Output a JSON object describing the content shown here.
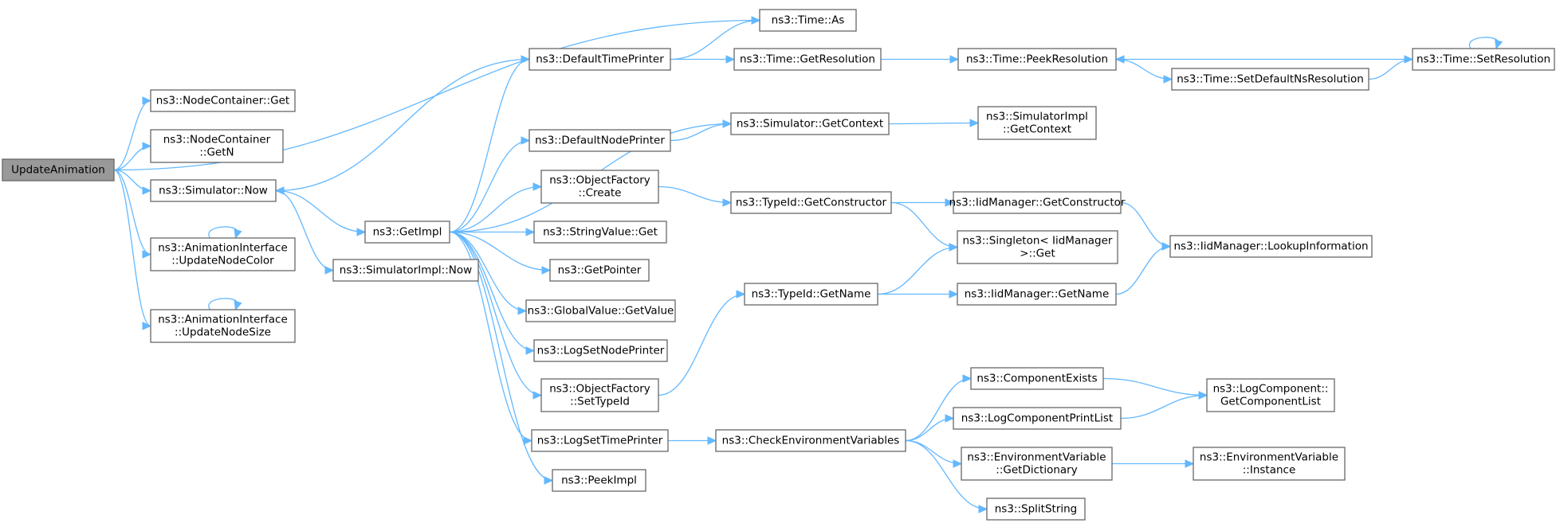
{
  "graph": {
    "root": "UpdateAnimation",
    "nodes": [
      {
        "id": "root",
        "label": [
          "UpdateAnimation"
        ]
      },
      {
        "id": "nc_get",
        "label": [
          "ns3::NodeContainer::Get"
        ]
      },
      {
        "id": "nc_getn",
        "label": [
          "ns3::NodeContainer",
          "::GetN"
        ]
      },
      {
        "id": "sim_now",
        "label": [
          "ns3::Simulator::Now"
        ]
      },
      {
        "id": "ai_color",
        "label": [
          "ns3::AnimationInterface",
          "::UpdateNodeColor"
        ]
      },
      {
        "id": "ai_size",
        "label": [
          "ns3::AnimationInterface",
          "::UpdateNodeSize"
        ]
      },
      {
        "id": "getimpl",
        "label": [
          "ns3::GetImpl"
        ]
      },
      {
        "id": "simimpl_now",
        "label": [
          "ns3::SimulatorImpl::Now"
        ]
      },
      {
        "id": "deftp",
        "label": [
          "ns3::DefaultTimePrinter"
        ]
      },
      {
        "id": "defnp",
        "label": [
          "ns3::DefaultNodePrinter"
        ]
      },
      {
        "id": "of_create",
        "label": [
          "ns3::ObjectFactory",
          "::Create"
        ]
      },
      {
        "id": "sv_get",
        "label": [
          "ns3::StringValue::Get"
        ]
      },
      {
        "id": "getpointer",
        "label": [
          "ns3::GetPointer"
        ]
      },
      {
        "id": "gv_getvalue",
        "label": [
          "ns3::GlobalValue::GetValue"
        ]
      },
      {
        "id": "logsetnp",
        "label": [
          "ns3::LogSetNodePrinter"
        ]
      },
      {
        "id": "of_settypeid",
        "label": [
          "ns3::ObjectFactory",
          "::SetTypeId"
        ]
      },
      {
        "id": "logsettp",
        "label": [
          "ns3::LogSetTimePrinter"
        ]
      },
      {
        "id": "peekimpl",
        "label": [
          "ns3::PeekImpl"
        ]
      },
      {
        "id": "time_as",
        "label": [
          "ns3::Time::As"
        ]
      },
      {
        "id": "time_getres",
        "label": [
          "ns3::Time::GetResolution"
        ]
      },
      {
        "id": "sim_getctx",
        "label": [
          "ns3::Simulator::GetContext"
        ]
      },
      {
        "id": "tid_getctor",
        "label": [
          "ns3::TypeId::GetConstructor"
        ]
      },
      {
        "id": "tid_getname",
        "label": [
          "ns3::TypeId::GetName"
        ]
      },
      {
        "id": "checkenv",
        "label": [
          "ns3::CheckEnvironmentVariables"
        ]
      },
      {
        "id": "time_peekres",
        "label": [
          "ns3::Time::PeekResolution"
        ]
      },
      {
        "id": "simimpl_getctx",
        "label": [
          "ns3::SimulatorImpl",
          "::GetContext"
        ]
      },
      {
        "id": "iid_getctor",
        "label": [
          "ns3::IidManager::GetConstructor"
        ]
      },
      {
        "id": "singleton_get",
        "label": [
          "ns3::Singleton< IidManager",
          " >::Get"
        ]
      },
      {
        "id": "iid_getname",
        "label": [
          "ns3::IidManager::GetName"
        ]
      },
      {
        "id": "compexists",
        "label": [
          "ns3::ComponentExists"
        ]
      },
      {
        "id": "logcompprint",
        "label": [
          "ns3::LogComponentPrintList"
        ]
      },
      {
        "id": "envvar_getdict",
        "label": [
          "ns3::EnvironmentVariable",
          "::GetDictionary"
        ]
      },
      {
        "id": "splitstring",
        "label": [
          "ns3::SplitString"
        ]
      },
      {
        "id": "time_setdefns",
        "label": [
          "ns3::Time::SetDefaultNsResolution"
        ]
      },
      {
        "id": "time_setres",
        "label": [
          "ns3::Time::SetResolution"
        ]
      },
      {
        "id": "iid_lookup",
        "label": [
          "ns3::IidManager::LookupInformation"
        ]
      },
      {
        "id": "logcomp_getlist",
        "label": [
          "ns3::LogComponent::",
          "GetComponentList"
        ]
      },
      {
        "id": "envvar_instance",
        "label": [
          "ns3::EnvironmentVariable",
          "::Instance"
        ]
      }
    ],
    "edges": [
      [
        "root",
        "time_as"
      ],
      [
        "root",
        "nc_get"
      ],
      [
        "root",
        "nc_getn"
      ],
      [
        "root",
        "sim_now"
      ],
      [
        "root",
        "ai_color"
      ],
      [
        "root",
        "ai_size"
      ],
      [
        "ai_color",
        "ai_color"
      ],
      [
        "ai_size",
        "ai_size"
      ],
      [
        "sim_now",
        "getimpl"
      ],
      [
        "sim_now",
        "simimpl_now"
      ],
      [
        "deftp",
        "sim_now"
      ],
      [
        "getimpl",
        "deftp"
      ],
      [
        "getimpl",
        "sim_getctx"
      ],
      [
        "getimpl",
        "defnp"
      ],
      [
        "getimpl",
        "of_create"
      ],
      [
        "getimpl",
        "sv_get"
      ],
      [
        "getimpl",
        "getpointer"
      ],
      [
        "getimpl",
        "gv_getvalue"
      ],
      [
        "getimpl",
        "logsetnp"
      ],
      [
        "getimpl",
        "of_settypeid"
      ],
      [
        "getimpl",
        "logsettp"
      ],
      [
        "getimpl",
        "peekimpl"
      ],
      [
        "deftp",
        "time_as"
      ],
      [
        "deftp",
        "time_getres"
      ],
      [
        "defnp",
        "sim_getctx"
      ],
      [
        "of_create",
        "tid_getctor"
      ],
      [
        "of_settypeid",
        "tid_getname"
      ],
      [
        "logsettp",
        "checkenv"
      ],
      [
        "time_getres",
        "time_peekres"
      ],
      [
        "sim_getctx",
        "simimpl_getctx"
      ],
      [
        "tid_getctor",
        "iid_getctor"
      ],
      [
        "tid_getctor",
        "singleton_get"
      ],
      [
        "tid_getname",
        "singleton_get"
      ],
      [
        "tid_getname",
        "iid_getname"
      ],
      [
        "checkenv",
        "compexists"
      ],
      [
        "checkenv",
        "logcompprint"
      ],
      [
        "checkenv",
        "envvar_getdict"
      ],
      [
        "checkenv",
        "splitstring"
      ],
      [
        "time_peekres",
        "time_setdefns"
      ],
      [
        "time_setdefns",
        "time_setres"
      ],
      [
        "time_setres",
        "time_peekres"
      ],
      [
        "time_setres",
        "time_setres"
      ],
      [
        "iid_getctor",
        "iid_lookup"
      ],
      [
        "iid_getname",
        "iid_lookup"
      ],
      [
        "compexists",
        "logcomp_getlist"
      ],
      [
        "logcompprint",
        "logcomp_getlist"
      ],
      [
        "envvar_getdict",
        "envvar_instance"
      ]
    ]
  },
  "colors": {
    "edge": "#63b8ff",
    "node_border": "#666666",
    "root_fill": "#999999",
    "node_fill": "#ffffff"
  }
}
